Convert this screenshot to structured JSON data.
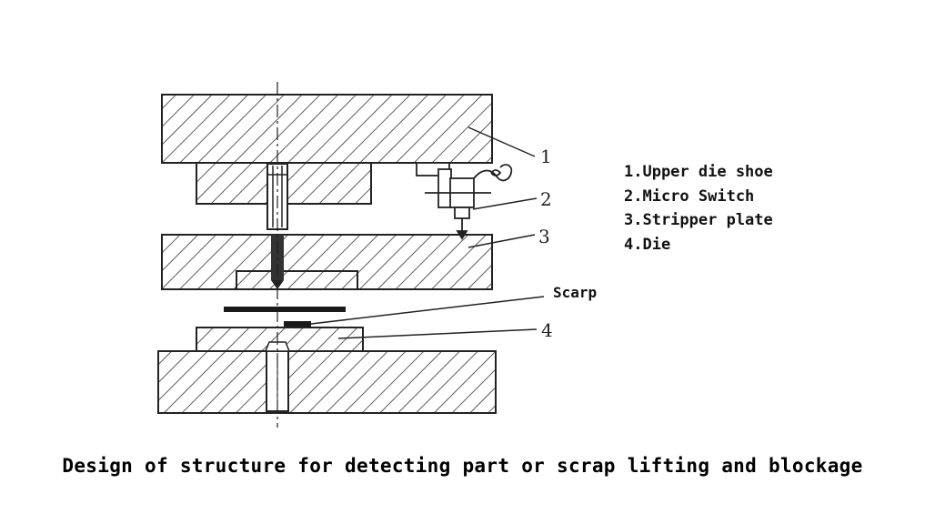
{
  "labels": {
    "n1": "1",
    "n2": "2",
    "n3": "3",
    "n4": "4",
    "scrap": "Scarp"
  },
  "legend": [
    "1.Upper die shoe",
    "2.Micro Switch",
    "3.Stripper plate",
    "4.Die"
  ],
  "caption": "Design of structure for detecting part or scrap lifting and blockage",
  "colors": {
    "ink": "#222222",
    "background": "#ffffff"
  }
}
